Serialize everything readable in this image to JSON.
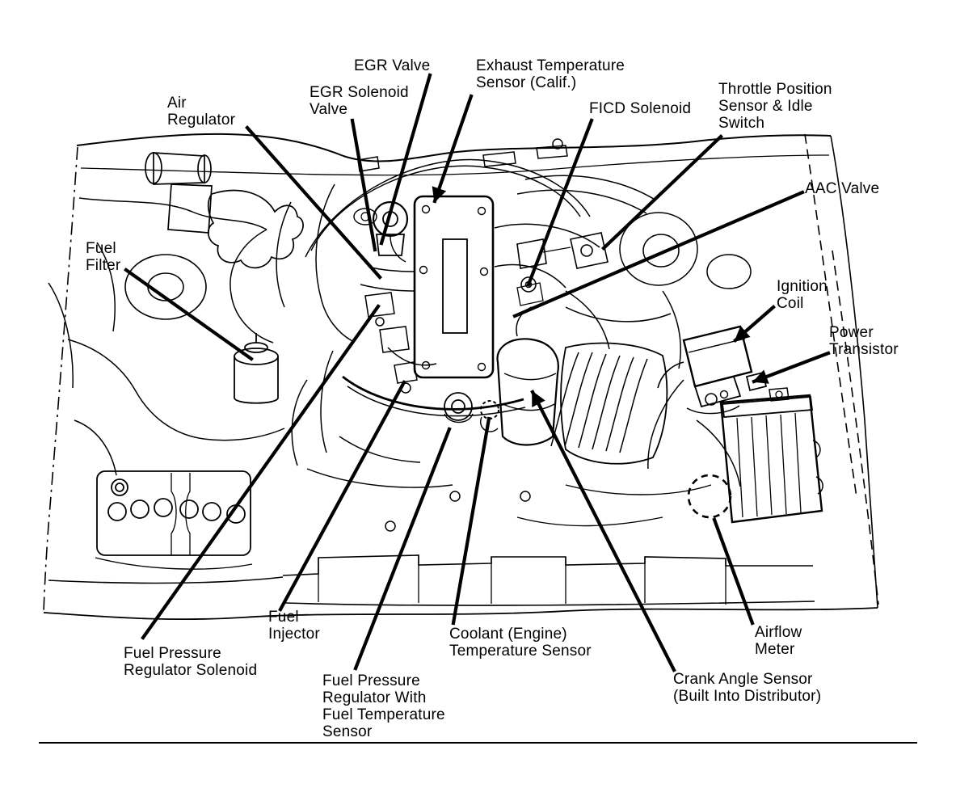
{
  "figure": {
    "description": "Engine compartment component location line drawing",
    "palette": {
      "paper": "#ffffff",
      "ink": "#000000"
    }
  },
  "labels": {
    "air_regulator": {
      "lines": [
        "Air",
        "Regulator"
      ]
    },
    "egr_solenoid_valve": {
      "lines": [
        "EGR Solenoid",
        "Valve"
      ]
    },
    "egr_valve": {
      "lines": [
        "EGR Valve"
      ]
    },
    "exhaust_temp_sensor": {
      "lines": [
        "Exhaust Temperature",
        "Sensor (Calif.)"
      ]
    },
    "ficd_solenoid": {
      "lines": [
        "FICD Solenoid"
      ]
    },
    "throttle_position": {
      "lines": [
        "Throttle Position",
        "Sensor & Idle",
        "Switch"
      ]
    },
    "aac_valve": {
      "lines": [
        "AAC Valve"
      ]
    },
    "fuel_filter": {
      "lines": [
        "Fuel",
        "Filter"
      ]
    },
    "ignition_coil": {
      "lines": [
        "Ignition",
        "Coil"
      ]
    },
    "power_transistor": {
      "lines": [
        "Power",
        "Transistor"
      ]
    },
    "fuel_injector": {
      "lines": [
        "Fuel",
        "Injector"
      ]
    },
    "fuel_pressure_regulator_solenoid": {
      "lines": [
        "Fuel Pressure",
        "Regulator Solenoid"
      ]
    },
    "fuel_pressure_regulator_fts": {
      "lines": [
        "Fuel Pressure",
        "Regulator With",
        "Fuel Temperature",
        "Sensor"
      ]
    },
    "coolant_temp_sensor": {
      "lines": [
        "Coolant (Engine)",
        "Temperature Sensor"
      ]
    },
    "crank_angle_sensor": {
      "lines": [
        "Crank Angle Sensor",
        "(Built Into Distributor)"
      ]
    },
    "airflow_meter": {
      "lines": [
        "Airflow",
        "Meter"
      ]
    }
  }
}
